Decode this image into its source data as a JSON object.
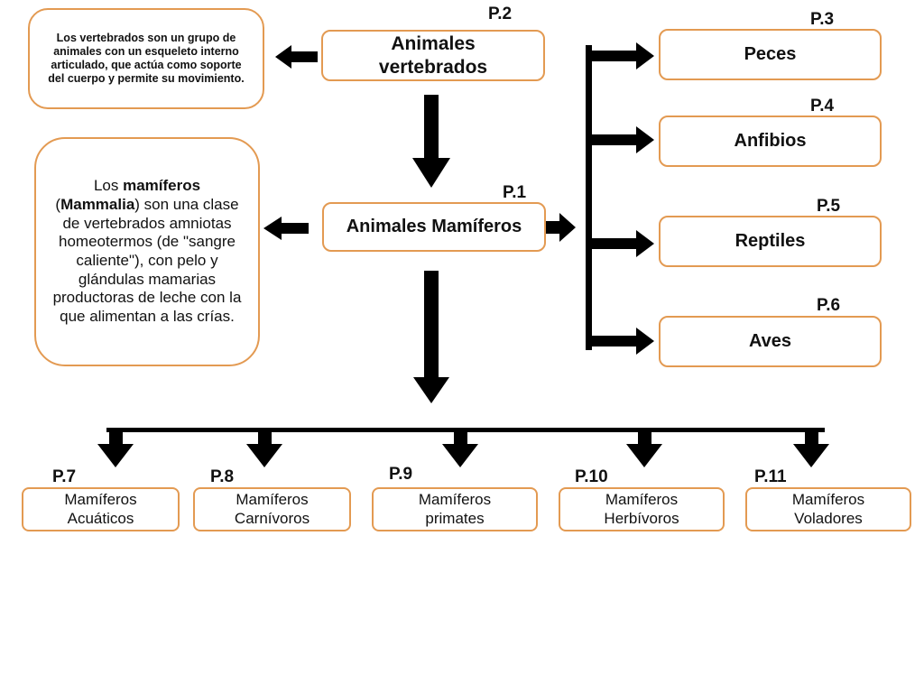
{
  "top": {
    "description": "Los vertebrados son un grupo de animales con un esqueleto interno articulado, que actúa como soporte del cuerpo y permite su movimiento.",
    "node": "Animales vertebrados",
    "label": "P.2"
  },
  "center": {
    "description_parts": [
      "Los ",
      "mamíferos",
      " (",
      "Mammalia",
      ") son una clase de vertebrados amniotas homeotermos (de \"sangre caliente\"), con pelo y glándulas mamarias productoras de leche con la que alimentan a las crías."
    ],
    "node": "Animales Mamíferos",
    "label": "P.1"
  },
  "right_nodes": [
    {
      "label": "P.3",
      "text": "Peces"
    },
    {
      "label": "P.4",
      "text": "Anfibios"
    },
    {
      "label": "P.5",
      "text": "Reptiles"
    },
    {
      "label": "P.6",
      "text": "Aves"
    }
  ],
  "bottom_nodes": [
    {
      "label": "P.7",
      "line1": "Mamíferos",
      "line2": "Acuáticos"
    },
    {
      "label": "P.8",
      "line1": "Mamíferos",
      "line2": "Carnívoros"
    },
    {
      "label": "P.9",
      "line1": "Mamíferos",
      "line2": "primates"
    },
    {
      "label": "P.10",
      "line1": "Mamíferos",
      "line2": "Herbívoros"
    },
    {
      "label": "P.11",
      "line1": "Mamíferos",
      "line2": "Voladores"
    }
  ],
  "colors": {
    "box_border": "#e39a52",
    "arrow": "#000000"
  }
}
